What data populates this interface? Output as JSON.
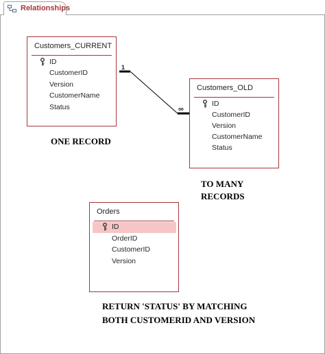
{
  "tab": {
    "label": "Relationships",
    "icon": "relationships-icon"
  },
  "colors": {
    "accent": "#a4373a",
    "selected_row": "#f6c6c6"
  },
  "tables": {
    "customers_current": {
      "title": "Customers_CURRENT",
      "fields": [
        "ID",
        "CustomerID",
        "Version",
        "CustomerName",
        "Status"
      ],
      "primary_key": "ID"
    },
    "customers_old": {
      "title": "Customers_OLD",
      "fields": [
        "ID",
        "CustomerID",
        "Version",
        "CustomerName",
        "Status"
      ],
      "primary_key": "ID"
    },
    "orders": {
      "title": "Orders",
      "fields": [
        "ID",
        "OrderID",
        "CustomerID",
        "Version"
      ],
      "primary_key": "ID",
      "selected_field": "ID"
    }
  },
  "relationship": {
    "one_label": "1",
    "many_label": "∞"
  },
  "annotations": {
    "one_record": "ONE RECORD",
    "to_many_line1": "TO MANY",
    "to_many_line2": "RECORDS",
    "return_line1": "RETURN 'STATUS' BY MATCHING",
    "return_line2": "BOTH CUSTOMERID AND VERSION"
  }
}
